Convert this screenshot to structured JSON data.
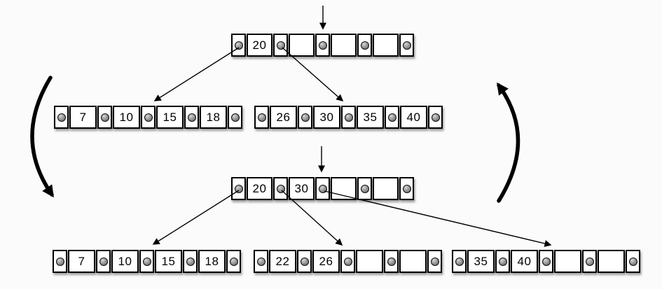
{
  "diagram": {
    "kind": "b-tree insertion with node split",
    "node_structure": "alternating pointer and key cells (order-5 node: 5 pointers, 4 keys)"
  },
  "trees": {
    "before": {
      "root": {
        "keys": [
          "20",
          "",
          "",
          ""
        ]
      },
      "children": [
        {
          "keys": [
            "7",
            "10",
            "15",
            "18"
          ]
        },
        {
          "keys": [
            "26",
            "30",
            "35",
            "40"
          ]
        }
      ]
    },
    "after": {
      "root": {
        "keys": [
          "20",
          "30",
          "",
          ""
        ]
      },
      "children": [
        {
          "keys": [
            "7",
            "10",
            "15",
            "18"
          ]
        },
        {
          "keys": [
            "22",
            "26",
            "",
            ""
          ]
        },
        {
          "keys": [
            "35",
            "40",
            "",
            ""
          ]
        }
      ]
    }
  },
  "icons": {
    "pointer_dot": "gray sphere pointer slot",
    "insert_arrow": "downward arrow marking insert position",
    "transition_arrow_left": "thick curved arrow, top-to-bottom",
    "transition_arrow_right": "thick curved arrow, bottom-to-top"
  },
  "colors": {
    "background": "#fbfbfb",
    "node_fill": "#ffffff",
    "line": "#000000",
    "pointer_dot": "#9a9a9a"
  }
}
